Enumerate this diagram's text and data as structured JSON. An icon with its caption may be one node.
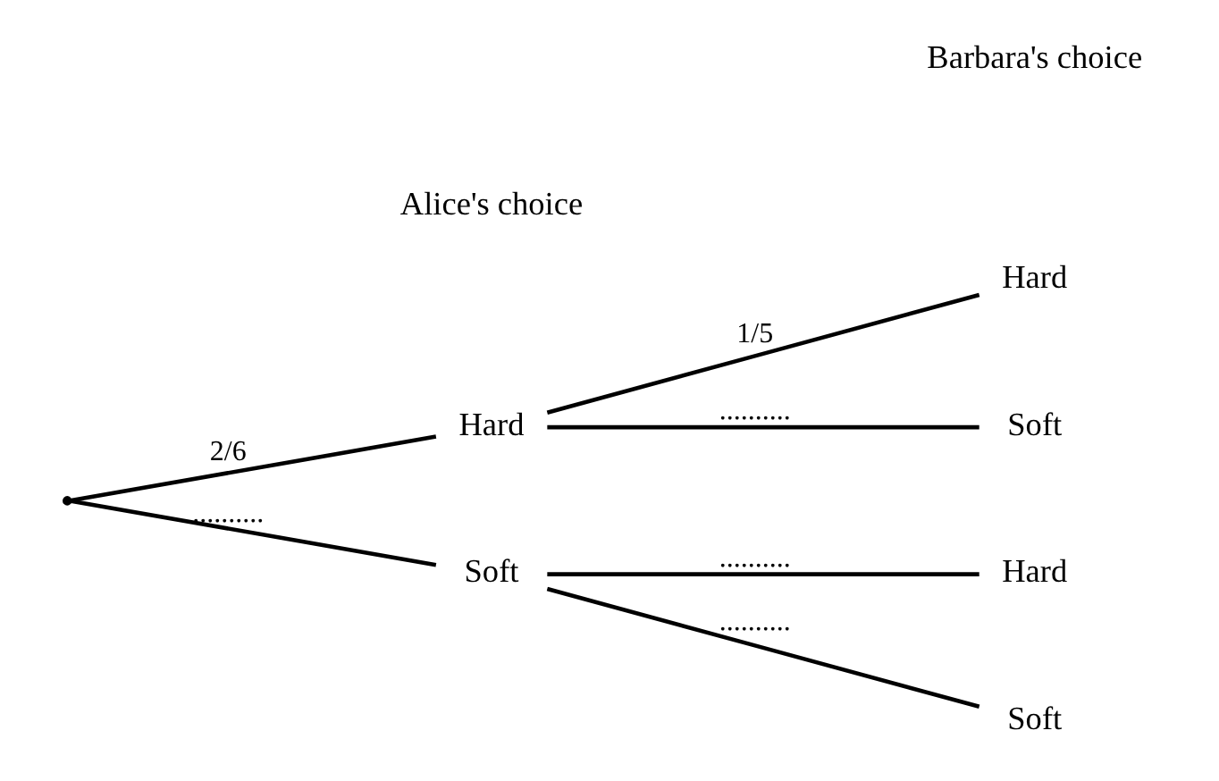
{
  "diagram": {
    "nodes": [
      {
        "text": [],
        "shape": "point"
      },
      {
        "text": [
          "Hard"
        ]
      },
      {
        "text": [
          "Soft"
        ]
      },
      {
        "text": [
          "Hard"
        ]
      },
      {
        "text": [
          "Soft"
        ]
      },
      {
        "text": [
          "Hard"
        ]
      },
      {
        "text": [
          "Soft"
        ]
      }
    ],
    "edges": [
      {
        "from": 0,
        "to": 1,
        "arrow": "none",
        "label": "2/6"
      },
      {
        "from": 0,
        "to": 2,
        "arrow": "none",
        "label": ".........."
      },
      {
        "from": 1,
        "to": 3,
        "arrow": "none",
        "label": "1/5"
      },
      {
        "from": 1,
        "to": 4,
        "arrow": "none",
        "label": ".........."
      },
      {
        "from": 2,
        "to": 5,
        "arrow": "none",
        "label": ".........."
      },
      {
        "from": 2,
        "to": 6,
        "arrow": "none",
        "label": ".........."
      }
    ],
    "labels": [
      "Alice's choice",
      "Barbara's choice"
    ]
  }
}
